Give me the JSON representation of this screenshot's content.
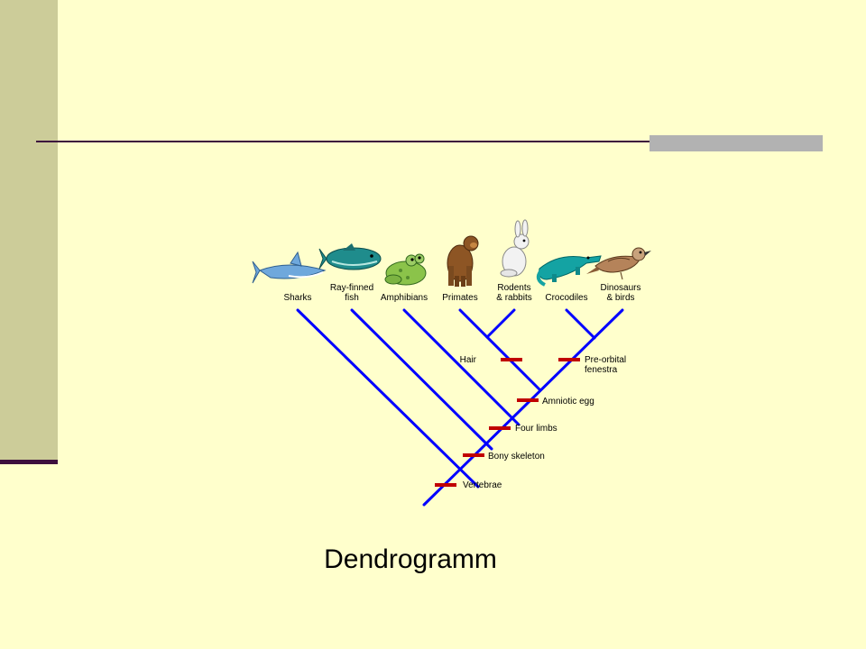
{
  "slide": {
    "caption": "Dendrogramm",
    "colors": {
      "background": "#ffffcc",
      "left_band": "#cccc99",
      "accent_dark": "#3d0f3d",
      "accent_gray": "#b2b2b2",
      "branch": "#0000ff",
      "trait_mark": "#c00000",
      "label": "#000000"
    }
  },
  "tree": {
    "taxa": [
      {
        "label": [
          "Sharks"
        ],
        "icon": "shark-icon"
      },
      {
        "label": [
          "Ray-finned",
          "fish"
        ],
        "icon": "tuna-icon"
      },
      {
        "label": [
          "Amphibians"
        ],
        "icon": "frog-icon"
      },
      {
        "label": [
          "Primates"
        ],
        "icon": "ape-icon"
      },
      {
        "label": [
          "Rodents",
          "& rabbits"
        ],
        "icon": "rabbit-icon"
      },
      {
        "label": [
          "Crocodiles"
        ],
        "icon": "crocodile-icon"
      },
      {
        "label": [
          "Dinosaurs",
          "& birds"
        ],
        "icon": "bird-icon"
      }
    ],
    "traits": [
      {
        "label": [
          "Hair"
        ]
      },
      {
        "label": [
          "Pre-orbital",
          "fenestra"
        ]
      },
      {
        "label": [
          "Amniotic egg"
        ]
      },
      {
        "label": [
          "Four limbs"
        ]
      },
      {
        "label": [
          "Bony skeleton"
        ]
      },
      {
        "label": [
          "Vertebrae"
        ]
      }
    ]
  }
}
